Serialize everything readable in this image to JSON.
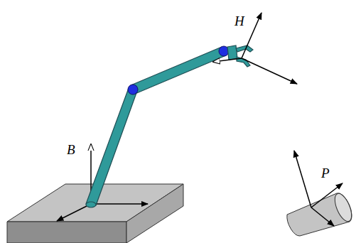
{
  "diagram": {
    "labels": [
      "B",
      "H",
      "P"
    ]
  }
}
